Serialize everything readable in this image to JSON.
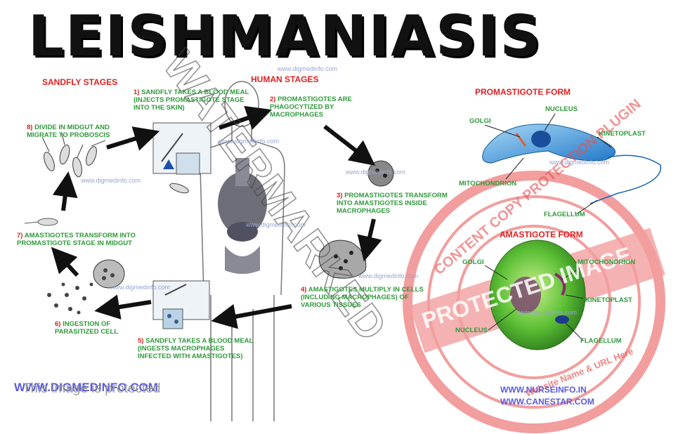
{
  "title": "LEISHMANIASIS",
  "headers": {
    "sandfly": "SANDFLY STAGES",
    "human": "HUMAN STAGES",
    "promastigote": "PROMASTIGOTE FORM",
    "amastigote": "AMASTIGOTE FORM"
  },
  "steps": [
    {
      "num": "1)",
      "text": "SANDFLY TAKES A BLOOD MEAL (INJECTS PROMASTIGOTE STAGE INTO THE SKIN)"
    },
    {
      "num": "2)",
      "text": "PROMASTIGOTES ARE PHAGOCYTIZED BY MACROPHAGES"
    },
    {
      "num": "3)",
      "text": "PROMASTIGOTES TRANSFORM INTO AMASTIGOTES INSIDE MACROPHAGES"
    },
    {
      "num": "4)",
      "text": "AMASTIGOTES MULTIPLY IN CELLS (INCLUDING MACROPHAGES) OF VARIOUS TISSUES"
    },
    {
      "num": "5)",
      "text": "SANDFLY TAKES A BLOOD MEAL (INGESTS MACROPHAGES INFECTED WITH AMASTIGOTES)"
    },
    {
      "num": "6)",
      "text": "INGESTION OF PARASITIZED CELL"
    },
    {
      "num": "7)",
      "text": "AMASTIGOTES TRANSFORM INTO PROMASTIGOTE STAGE IN MIDGUT"
    },
    {
      "num": "8)",
      "text": "DIVIDE IN MIDGUT AND MIGRATE TO PROBOSCIS"
    }
  ],
  "promastigote_labels": {
    "golgi": "GOLGI",
    "nucleus": "NUCLEUS",
    "kinetoplast": "KINETOPLAST",
    "mitochondrion": "MITOCHONDRION",
    "flagellum": "FLAGELLUM"
  },
  "amastigote_labels": {
    "golgi": "GOLGI",
    "mitochondrion": "MITOCHONDRION",
    "kinetoplast": "KINETOPLAST",
    "nucleus": "NUCLEUS",
    "flagellum": "FLAGELLUM"
  },
  "watermark": {
    "site": "www.digmedinfo.com",
    "big": "WATERMARKED",
    "stamp_outer": "CONTENT COPY PROTECTION PLUGIN",
    "stamp_middle": "PROTECTED IMAGE",
    "stamp_lower": "Website Name & URL Here",
    "bottom_left_site": "WWW.DIGMEDINFO.COM",
    "protected_notice": "This image is protected",
    "nurseinfo": "WWW.NURSEINFO.IN",
    "canestar": "WWW.CANESTAR.COM"
  },
  "colors": {
    "step_text": "#2e9a3a",
    "header_red": "#e02020",
    "stamp_red": "#e8504f",
    "site_blue": "#5a5adf"
  }
}
